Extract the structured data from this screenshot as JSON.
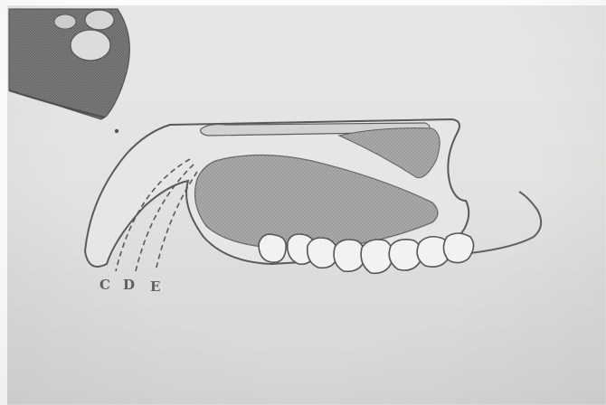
{
  "labels": {
    "c": "C",
    "d": "D",
    "e": "E"
  },
  "colors": {
    "paper": "#e4e5e3",
    "ink": "#5a5a5a",
    "shade": "#9a9a9a"
  }
}
